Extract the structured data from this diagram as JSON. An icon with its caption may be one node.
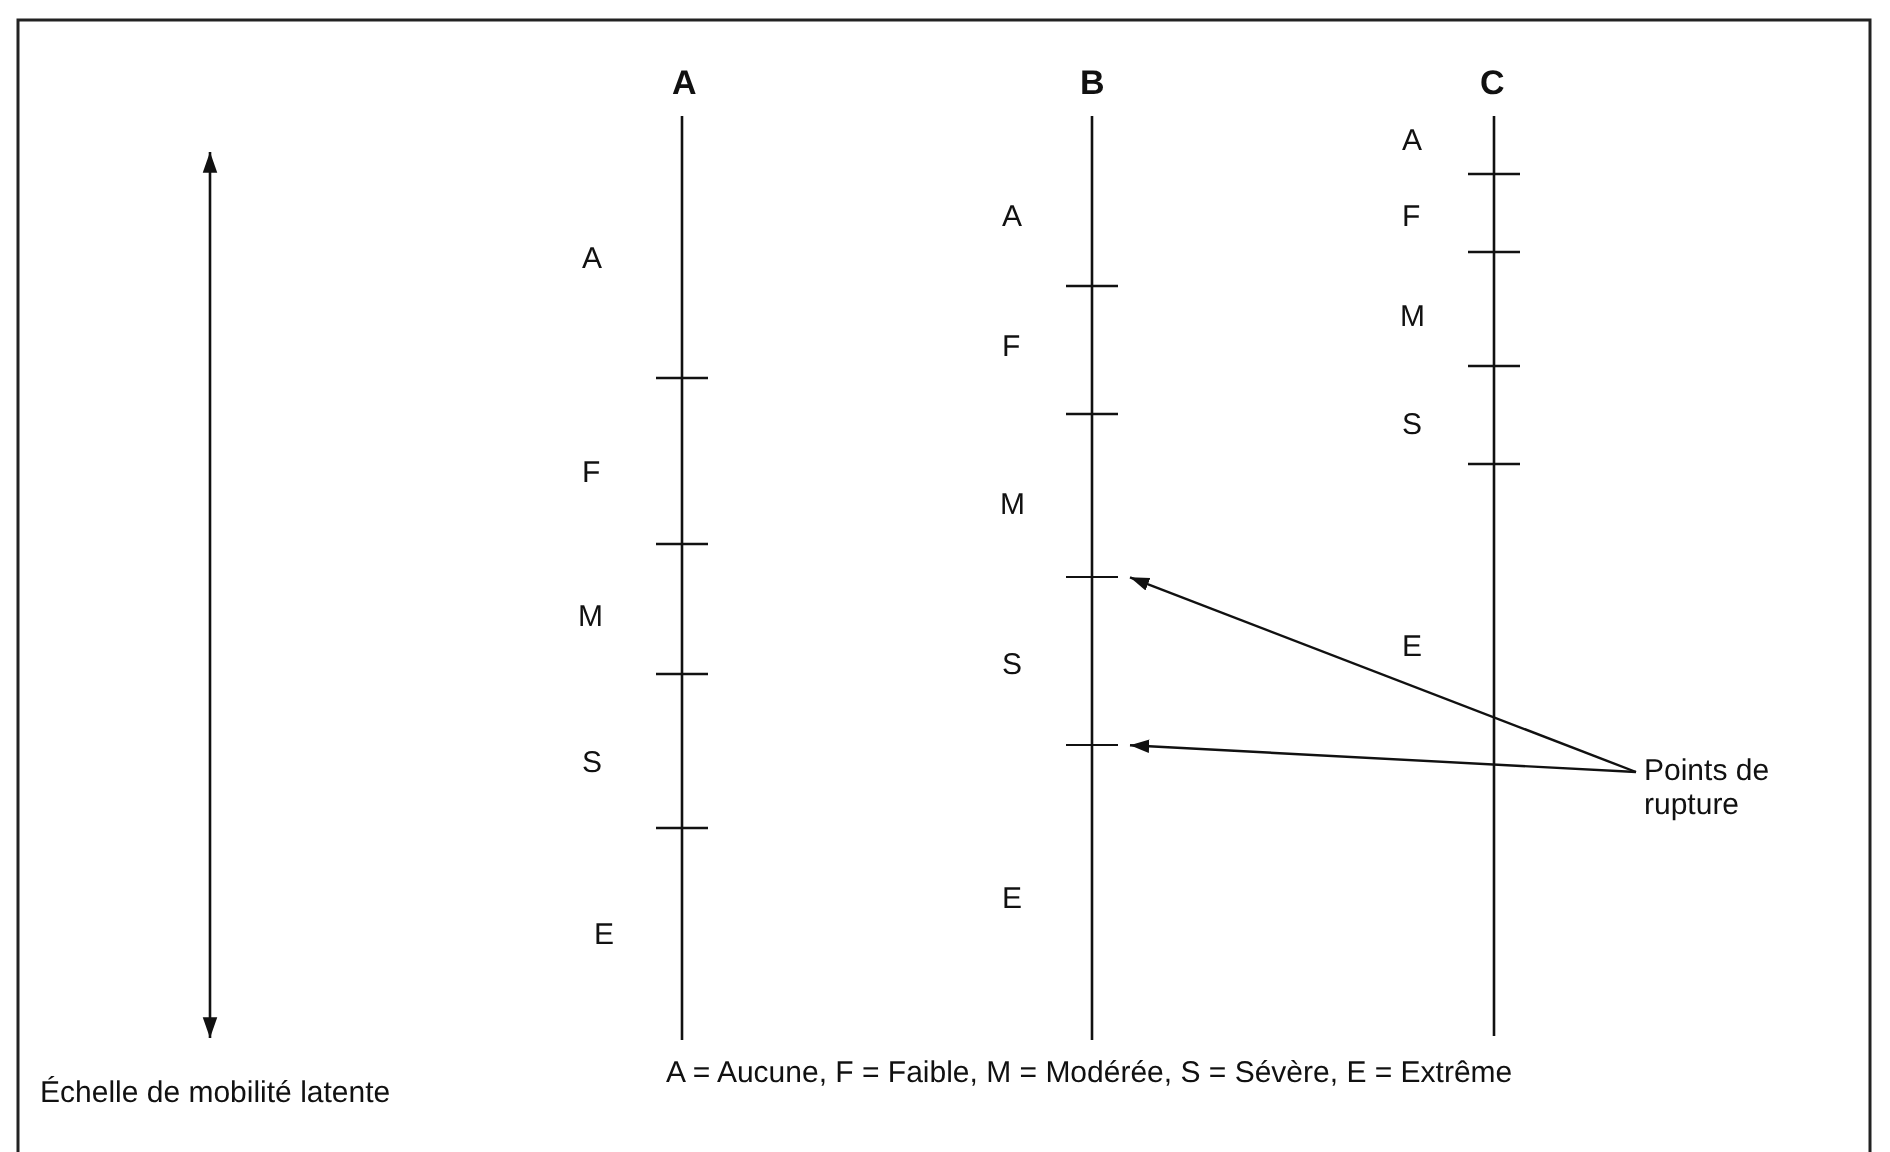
{
  "diagram": {
    "nodes": [
      {
        "text": [
          "Points de rupture"
        ]
      },
      {
        "text": [],
        "shape": "bar"
      },
      {
        "text": [],
        "shape": "bar"
      }
    ],
    "edges": [
      {
        "from": 0,
        "to": 1,
        "arrow": "to"
      },
      {
        "from": 0,
        "to": 2,
        "arrow": "to"
      }
    ],
    "labels": [
      "A",
      "B",
      "C",
      "A",
      "F",
      "M",
      "S",
      "E",
      "A",
      "F",
      "M",
      "S",
      "E",
      "A",
      "F",
      "M",
      "S",
      "E",
      "A = Aucune, F = Faible, M = Modérée, S = Sévère, E = Extrême",
      "Échelle de mobilité latente"
    ]
  }
}
